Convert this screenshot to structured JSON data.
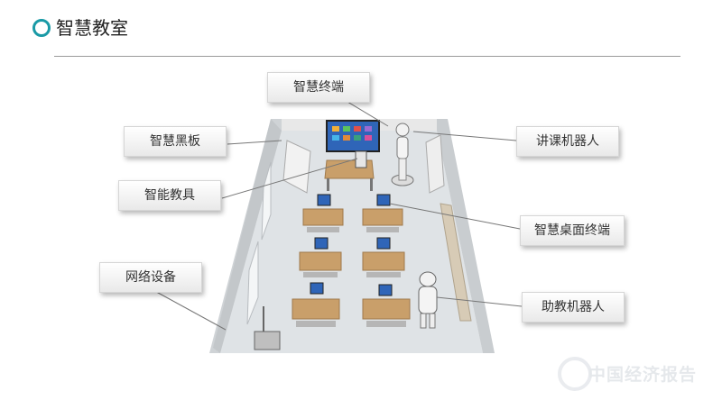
{
  "page": {
    "title": "智慧教室"
  },
  "labels": {
    "smart_terminal": "智慧终端",
    "smart_blackboard": "智慧黑板",
    "teaching_robot": "讲课机器人",
    "smart_teaching_aid": "智能教具",
    "smart_desktop_terminal": "智慧桌面终端",
    "network_device": "网络设备",
    "assistant_robot": "助教机器人"
  },
  "watermark": {
    "text": "中国经济报告"
  },
  "colors": {
    "accent": "#1a9aa6",
    "floor": "#dfe3e6",
    "desk": "#c99f6a",
    "screen": "#2f65b8"
  }
}
